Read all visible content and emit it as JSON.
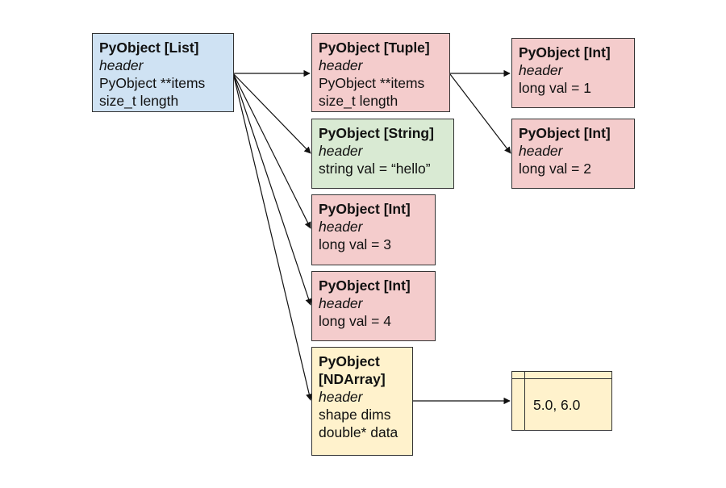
{
  "nodes": {
    "list": {
      "title": "PyObject [List]",
      "header": "header",
      "lines": [
        "PyObject **items",
        "size_t length"
      ]
    },
    "tuple": {
      "title": "PyObject [Tuple]",
      "header": "header",
      "lines": [
        "PyObject **items",
        "size_t length"
      ]
    },
    "string": {
      "title": "PyObject [String]",
      "header": "header",
      "lines": [
        "string val = “hello”"
      ]
    },
    "int3": {
      "title": "PyObject [Int]",
      "header": "header",
      "lines": [
        "long val = 3"
      ]
    },
    "int4": {
      "title": "PyObject [Int]",
      "header": "header",
      "lines": [
        "long val = 4"
      ]
    },
    "ndarray": {
      "title_line1": "PyObject",
      "title_line2": "[NDArray]",
      "header": "header",
      "lines": [
        "shape dims",
        "double* data"
      ]
    },
    "int1": {
      "title": "PyObject [Int]",
      "header": "header",
      "lines": [
        "long val = 1"
      ]
    },
    "int2": {
      "title": "PyObject [Int]",
      "header": "header",
      "lines": [
        "long val = 2"
      ]
    }
  },
  "data_buffer": {
    "value": "5.0, 6.0"
  },
  "colors": {
    "list": "#cfe2f3",
    "int": "#f4cccc",
    "string": "#d9ead3",
    "ndarray": "#fff2cc",
    "border": "#333333"
  }
}
